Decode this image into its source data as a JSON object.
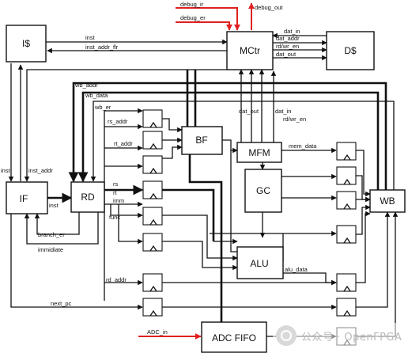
{
  "blocks": {
    "is": "I$",
    "ds": "D$",
    "mctr": "MCtr",
    "if": "IF",
    "rd": "RD",
    "bf": "BF",
    "mfm": "MFM",
    "gc": "GC",
    "alu": "ALU",
    "wb": "WB",
    "adc_fifo": "ADC FIFO"
  },
  "signals": {
    "debug_ir": "debug_ir",
    "debug_er": "debug_er",
    "debug_out": "debug_out",
    "inst_top": "inst",
    "inst_addr_flr": "inst_addr_flr",
    "dat_in_top": "dat_in",
    "dat_addr": "dat_addr",
    "rd_wr_en": "rd/wr_en",
    "dat_out_top": "dat_out",
    "wb_addr": "wb_addr",
    "wb_data": "wb_data",
    "wb_er": "wb_er",
    "rs_addr": "rs_addr",
    "rt_addr": "rt_addr",
    "rs": "rs",
    "rt": "rt",
    "imm": "imm",
    "func": "func",
    "dat_out_mid": "dat_out",
    "dat_in_mid": "dat_in",
    "rd_wr_en_mid": "rd/wr_en",
    "mem_data": "mem_data",
    "inst_left": "inst",
    "inst_addr_left": "inst_addr",
    "inst_if_rd": "inst",
    "branch_er": "branch_er",
    "immidiate": "immidiate",
    "alu_data": "alu_data",
    "rd_addr": "rd_addr",
    "next_pc": "next_pc",
    "adc_in": "ADC_in"
  },
  "watermark": {
    "text": "公众号 · OpenFPGA",
    "icon": "wechat-logo-icon"
  },
  "colors": {
    "line": "#111111",
    "debug": "#e02020",
    "background": "#ffffff"
  }
}
